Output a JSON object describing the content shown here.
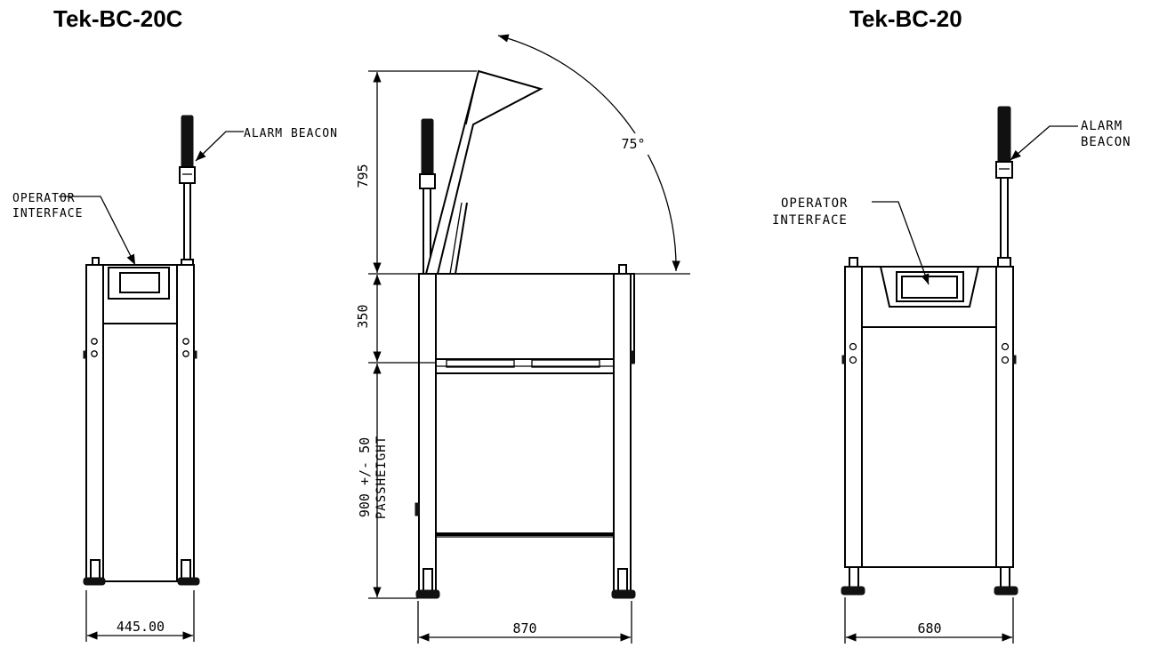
{
  "titles": {
    "left_model": "Tek-BC-20C",
    "right_model": "Tek-BC-20"
  },
  "labels": {
    "left_alarm": "ALARM BEACON",
    "left_operator_line1": "OPERATOR",
    "left_operator_line2": "INTERFACE",
    "right_alarm_line1": "ALARM",
    "right_alarm_line2": "BEACON",
    "right_operator_line1": "OPERATOR",
    "right_operator_line2": "INTERFACE"
  },
  "dimensions": {
    "left_width": "445.00",
    "middle_width": "870",
    "right_width": "680",
    "lid_height": "795",
    "frame_height": "350",
    "pass_height_line1": "900 +/- 50",
    "pass_height_line2": "PASSHEIGHT",
    "lid_angle": "75°"
  }
}
